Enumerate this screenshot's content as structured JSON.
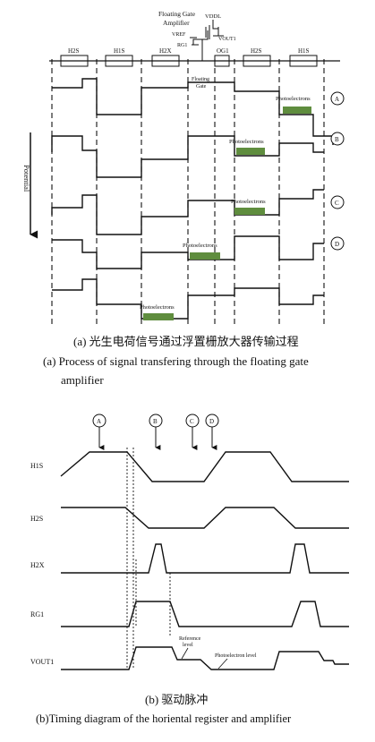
{
  "diagram_a": {
    "amplifier": {
      "title_line1": "Floating Gate",
      "title_line2": "Amplifier",
      "vdd": "VDDL",
      "vref": "VREF",
      "rg": "RG1",
      "vout": "VOUT1"
    },
    "gate_labels": [
      "H2S",
      "H1S",
      "H2X",
      "OG1",
      "H2S",
      "H1S"
    ],
    "floating_gate_label_1": "Floating",
    "floating_gate_label_2": "Gate",
    "potential_label": "Potential",
    "rows": [
      {
        "marker": "A",
        "photo_label": "Photoelectrons",
        "packet_color": "#5f8d3e"
      },
      {
        "marker": "B",
        "photo_label": "Photoelectrons",
        "packet_color": "#5f8d3e"
      },
      {
        "marker": "C",
        "photo_label": "Photoelectrons",
        "packet_color": "#5f8d3e"
      },
      {
        "marker": "D",
        "photo_label": "Photoelectrons",
        "packet_color": "#5f8d3e"
      },
      {
        "marker": "",
        "photo_label": "Photoelectrons",
        "packet_color": "#5f8d3e"
      }
    ]
  },
  "caption_a_cn": "(a) 光生电荷信号通过浮置栅放大器传输过程",
  "caption_a_en_1": "(a) Process of signal transfering through the floating gate",
  "caption_a_en_2": "amplifier",
  "diagram_b": {
    "markers": [
      "A",
      "B",
      "C",
      "D"
    ],
    "signals": [
      "H1S",
      "H2S",
      "H2X",
      "RG1",
      "VOUT1"
    ],
    "reference_label_1": "Reference",
    "reference_label_2": "level",
    "photoelectron_level_label": "Photoelectron level"
  },
  "caption_b_cn": "(b) 驱动脉冲",
  "caption_b_en": "(b)Timing diagram of the horiental register and amplifier"
}
